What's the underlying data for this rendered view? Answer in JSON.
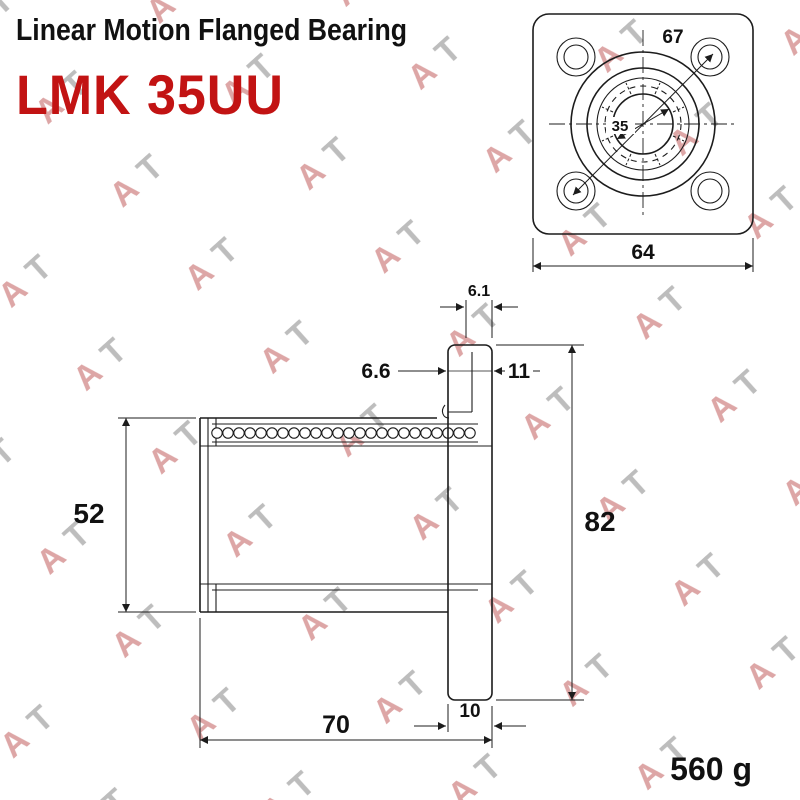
{
  "header": {
    "title": "Linear Motion Flanged Bearing",
    "model": "LMK 35UU"
  },
  "front_view": {
    "bolt_circle_dia": "67",
    "bore_dia": "35",
    "flange_width": "64"
  },
  "side_view": {
    "pilot_offset": "6.1",
    "lip_width": "6.6",
    "flange_total_width": "11",
    "body_od": "52",
    "flange_od": "82",
    "total_length": "70",
    "flange_thickness": "10"
  },
  "footer": {
    "weight": "560 g"
  },
  "watermark": {
    "first": "A",
    "second": "T"
  },
  "colors": {
    "accent_red": "#c21313",
    "line": "#1c1c1c",
    "watermark_red": "#dda6a6",
    "watermark_gray": "#bdbdbd"
  }
}
